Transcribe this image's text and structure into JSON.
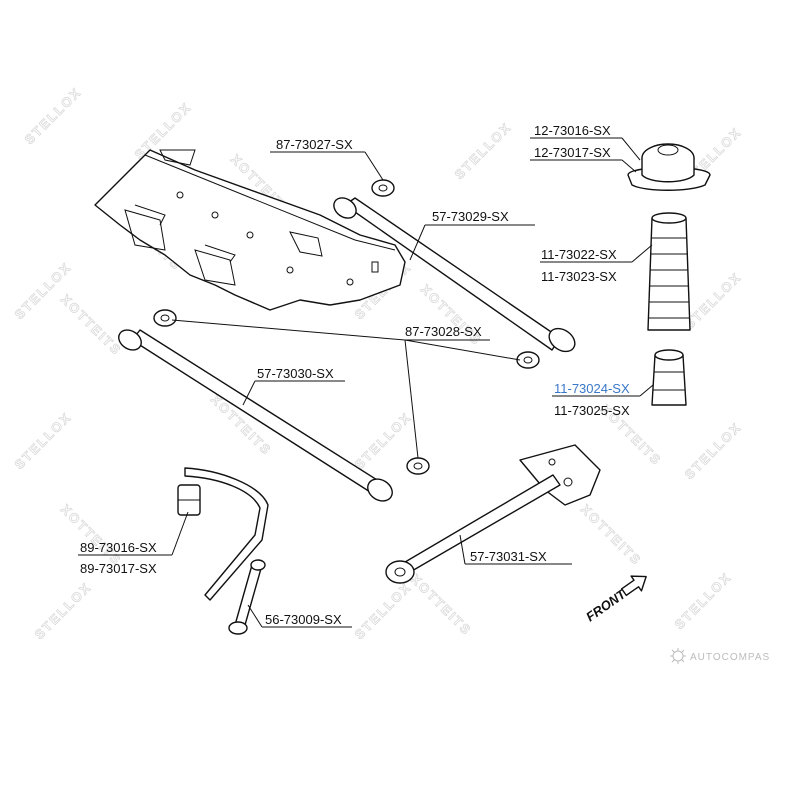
{
  "watermark": {
    "brand_a": "STELLOX",
    "brand_b": "XOTTEITS"
  },
  "labels": {
    "p_87_73027": "87-73027-SX",
    "p_57_73029": "57-73029-SX",
    "p_12_73016": "12-73016-SX",
    "p_12_73017": "12-73017-SX",
    "p_11_73022": "11-73022-SX",
    "p_11_73023": "11-73023-SX",
    "p_87_73028": "87-73028-SX",
    "p_57_73030": "57-73030-SX",
    "p_11_73024": "11-73024-SX",
    "p_11_73025": "11-73025-SX",
    "p_89_73016": "89-73016-SX",
    "p_89_73017": "89-73017-SX",
    "p_57_73031": "57-73031-SX",
    "p_56_73009": "56-73009-SX"
  },
  "direction": {
    "front": "FRONT"
  },
  "footer": {
    "source": "AUTOCOMPAS"
  },
  "colors": {
    "highlight": "#3a78c9",
    "line": "#111111",
    "watermark": "#d9d9d9"
  }
}
